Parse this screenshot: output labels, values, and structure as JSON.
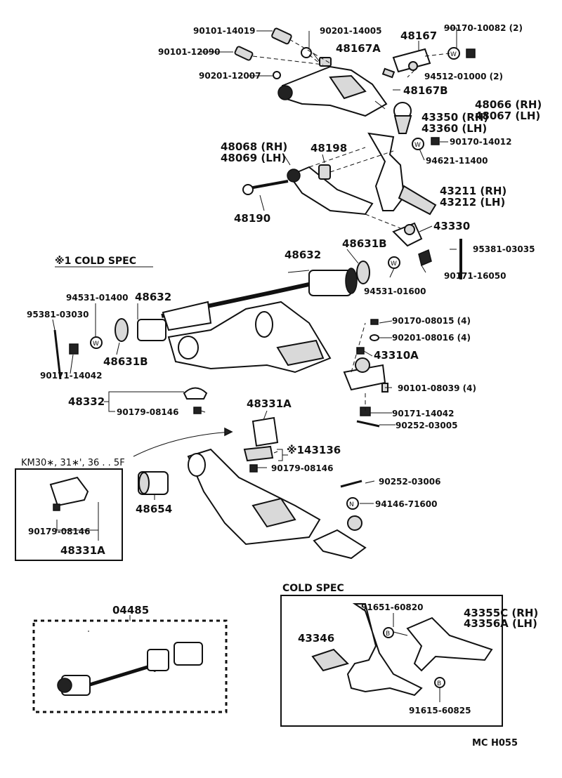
{
  "diagram": {
    "code": "MC  H055",
    "cold_spec_heading": "※1 COLD SPEC",
    "cold_spec_box_title": "COLD SPEC",
    "km_inset_title": "KM30∗, 31∗', 36 . . 5F",
    "labels": [
      {
        "id": "l1",
        "text": "90101-14019"
      },
      {
        "id": "l2",
        "text": "90201-14005"
      },
      {
        "id": "l3",
        "text": "48167"
      },
      {
        "id": "l4",
        "text": "90170-10082 (2)"
      },
      {
        "id": "l5",
        "text": "90101-12090"
      },
      {
        "id": "l6",
        "text": "48167A"
      },
      {
        "id": "l7",
        "text": "94512-01000 (2)"
      },
      {
        "id": "l8",
        "text": "90201-12007"
      },
      {
        "id": "l9",
        "text": "48167B"
      },
      {
        "id": "l10",
        "text": "48066 (RH)"
      },
      {
        "id": "l11",
        "text": "48067 (LH)"
      },
      {
        "id": "l12",
        "text": "43350 (RH)"
      },
      {
        "id": "l13",
        "text": "43360 (LH)"
      },
      {
        "id": "l14",
        "text": "90170-14012"
      },
      {
        "id": "l15",
        "text": "48068 (RH)"
      },
      {
        "id": "l16",
        "text": "48069 (LH)"
      },
      {
        "id": "l17",
        "text": "48198"
      },
      {
        "id": "l18",
        "text": "94621-11400"
      },
      {
        "id": "l19",
        "text": "43211 (RH)"
      },
      {
        "id": "l20",
        "text": "43212 (LH)"
      },
      {
        "id": "l21",
        "text": "48190"
      },
      {
        "id": "l22",
        "text": "43330"
      },
      {
        "id": "l23",
        "text": "48632"
      },
      {
        "id": "l24",
        "text": "48631B"
      },
      {
        "id": "l25",
        "text": "95381-03035"
      },
      {
        "id": "l26",
        "text": "90171-16050"
      },
      {
        "id": "l27",
        "text": "94531-01600"
      },
      {
        "id": "l28",
        "text": "94531-01400"
      },
      {
        "id": "l29",
        "text": "48632"
      },
      {
        "id": "l30",
        "text": "95381-03030"
      },
      {
        "id": "l31",
        "text": "48631B"
      },
      {
        "id": "l32",
        "text": "90171-14042"
      },
      {
        "id": "l33",
        "text": "90170-08015 (4)"
      },
      {
        "id": "l34",
        "text": "90201-08016 (4)"
      },
      {
        "id": "l35",
        "text": "43310A"
      },
      {
        "id": "l36",
        "text": "90101-08039 (4)"
      },
      {
        "id": "l37",
        "text": "90171-14042"
      },
      {
        "id": "l38",
        "text": "90252-03005"
      },
      {
        "id": "l39",
        "text": "48332"
      },
      {
        "id": "l40",
        "text": "90179-08146"
      },
      {
        "id": "l41",
        "text": "48331A"
      },
      {
        "id": "l42",
        "text": "※143136"
      },
      {
        "id": "l43",
        "text": "90179-08146"
      },
      {
        "id": "l44",
        "text": "90252-03006"
      },
      {
        "id": "l45",
        "text": "94146-71600"
      },
      {
        "id": "l46",
        "text": "48654"
      },
      {
        "id": "l47",
        "text": "90179-08146"
      },
      {
        "id": "l48",
        "text": "48331A"
      },
      {
        "id": "l49",
        "text": "04485"
      },
      {
        "id": "l50",
        "text": "91651-60820"
      },
      {
        "id": "l51",
        "text": "43355C (RH)"
      },
      {
        "id": "l52",
        "text": "43356A (LH)"
      },
      {
        "id": "l53",
        "text": "43346"
      },
      {
        "id": "l54",
        "text": "91615-60825"
      }
    ],
    "washer_marks": {
      "w": "W",
      "b": "B",
      "n": "N"
    }
  }
}
